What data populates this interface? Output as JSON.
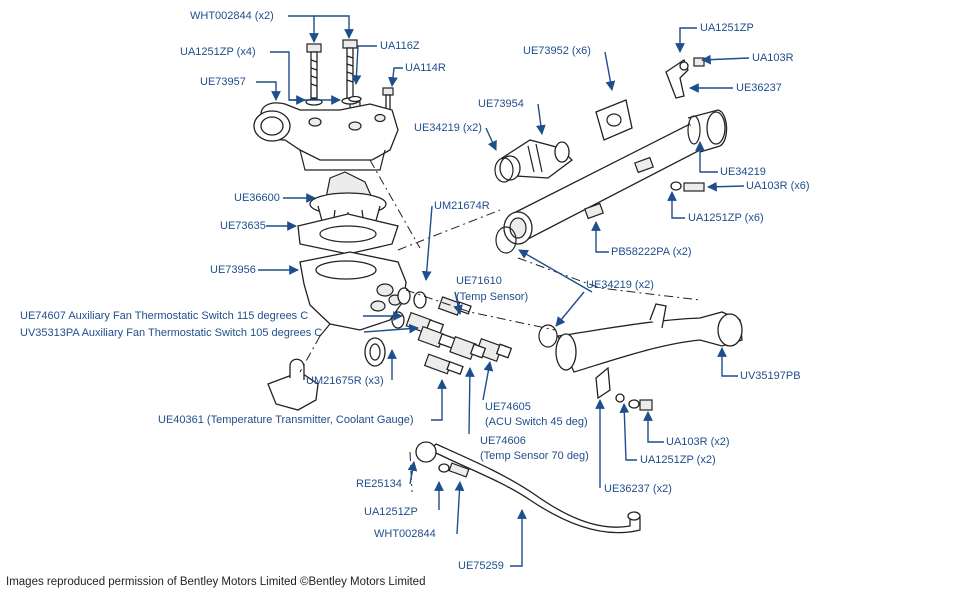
{
  "labels": {
    "wht002844_x2": "WHT002844 (x2)",
    "ua1251zp_x4": "UA1251ZP (x4)",
    "ua116z": "UA116Z",
    "ua114r": "UA114R",
    "ue73957": "UE73957",
    "ue36600": "UE36600",
    "ue73635": "UE73635",
    "ue73956": "UE73956",
    "ue74607": "UE74607 Auxiliary Fan Thermostatic Switch 115 degrees C",
    "uv35313pa": "UV35313PA Auxiliary Fan Thermostatic Switch 105 degrees C",
    "um21675r": "UM21675R (x3)",
    "ue40361": "UE40361 (Temperature Transmitter, Coolant Gauge)",
    "re25134": "RE25134",
    "ua1251zp_bottom": "UA1251ZP",
    "wht002844_bottom": "WHT002844",
    "ue75259": "UE75259",
    "um21674r": "UM21674R",
    "ue71610": "UE71610",
    "ue71610_desc": "(Temp Sensor)",
    "ue74605": "UE74605",
    "ue74605_desc": "(ACU Switch 45 deg)",
    "ue74606": "UE74606",
    "ue74606_desc": "(Temp Sensor 70 deg)",
    "ue73952": "UE73952 (x6)",
    "ua1251zp_top": "UA1251ZP",
    "ua103r_top": "UA103R",
    "ue36237_top": "UE36237",
    "ue73954": "UE73954",
    "ue34219_x2_top": "UE34219 (x2)",
    "ue34219": "UE34219",
    "ua103r_x6": "UA103R (x6)",
    "ua1251zp_x6": "UA1251ZP (x6)",
    "pb58222pa": "PB58222PA (x2)",
    "ue34219_x2_mid": "UE34219 (x2)",
    "uv35197pb": "UV35197PB",
    "ua103r_x2": "UA103R (x2)",
    "ua1251zp_x2": "UA1251ZP (x2)",
    "ue36237_x2": "UE36237 (x2)"
  },
  "credit": "Images reproduced permission of Bentley Motors Limited ©Bentley Motors Limited",
  "colors": {
    "label": "#1f4e8c",
    "arrow": "#1f4e8c",
    "drawing": "#222222",
    "background": "#ffffff"
  }
}
